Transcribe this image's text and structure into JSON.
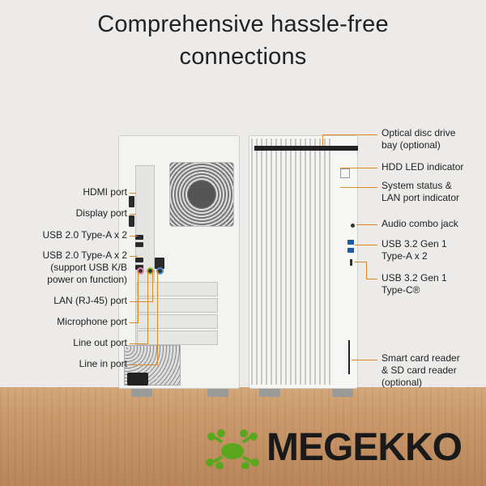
{
  "headline": {
    "line1": "Comprehensive hassle-free",
    "line2": "connections"
  },
  "left_labels": {
    "hdmi": "HDMI port",
    "display": "Display port",
    "usb20_a": "USB 2.0 Type-A x 2",
    "usb20_a2_l1": "USB 2.0 Type-A x 2",
    "usb20_a2_l2": "(support USB K/B",
    "usb20_a2_l3": "power on function)",
    "lan": "LAN (RJ-45) port",
    "microphone": "Microphone port",
    "line_out": "Line out port",
    "line_in": "Line in port"
  },
  "right_labels": {
    "optical_l1": "Optical disc drive",
    "optical_l2": "bay (optional)",
    "hdd": "HDD LED indicator",
    "status_l1": "System status &",
    "status_l2": "LAN port indicator",
    "audio": "Audio combo jack",
    "usb32_a_l1": "USB 3.2 Gen 1",
    "usb32_a_l2": "Type-A x 2",
    "usb32_c_l1": "USB 3.2 Gen 1",
    "usb32_c_l2": "Type-C®",
    "card_l1": "Smart card reader",
    "card_l2": "& SD card reader",
    "card_l3": "(optional)"
  },
  "logo": {
    "text": "MEGEKKO",
    "frog_color": "#5aa61e"
  },
  "colors": {
    "leader": "#d98a2b",
    "mic_jack": "#e58ab3",
    "lineout_jack": "#8fc23a",
    "linein_jack": "#4a8fd6",
    "usb3_blue": "#1e5aa8"
  }
}
